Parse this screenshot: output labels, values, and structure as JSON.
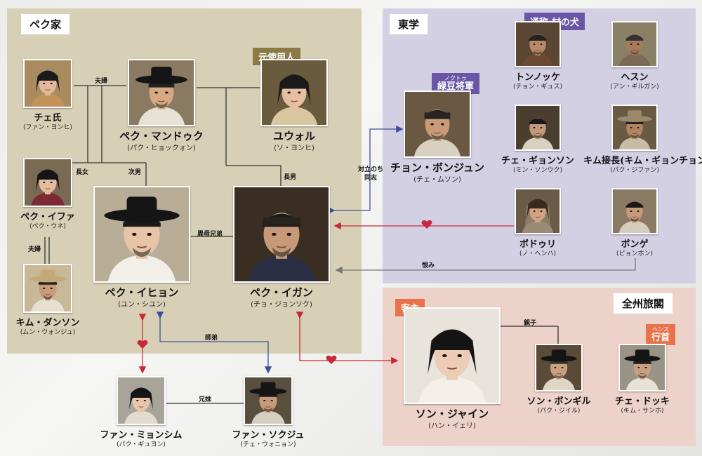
{
  "groups": {
    "park": "ペク家",
    "donghak": "東学",
    "jeonju": "全州旅閣"
  },
  "tags": {
    "servant": "元使用人",
    "nickname": "通称:村の犬",
    "nokdu_ruby": "ノクトゥ",
    "nokdu": "緑豆将軍",
    "gakju": "客主",
    "haengsu_ruby": "ヘンス",
    "haengsu": "行首"
  },
  "people": {
    "che": {
      "name": "チェ氏",
      "actor": "(ファン・ヨンヒ)"
    },
    "mandeuk": {
      "name": "ペク・マンドゥク",
      "actor": "(パク・ヒョックォン)"
    },
    "yuwol": {
      "name": "ユウォル",
      "actor": "(ソ・ヨンヒ)"
    },
    "ifa": {
      "name": "ペク・イファ",
      "actor": "(ペク・ウネ)"
    },
    "danson": {
      "name": "キム・ダンソン",
      "actor": "(ムン・ウォンジュ)"
    },
    "ihyon": {
      "name": "ペク・イヒョン",
      "actor": "(ユン・シユン)"
    },
    "igan": {
      "name": "ペク・イガン",
      "actor": "(チョ・ジョンソク)"
    },
    "bongjun": {
      "name": "チョン・ボンジュン",
      "actor": "(チェ・ムソン)"
    },
    "tonnokke": {
      "name": "トンノッケ",
      "actor": "(チョン・ギュス)"
    },
    "hesun": {
      "name": "ヘスン",
      "actor": "(アン・ギルガン)"
    },
    "gyonson": {
      "name": "チェ・ギョンソン",
      "actor": "(ミン・ソンウク)"
    },
    "kimjeop": {
      "name": "キム接長(キム・ギョンチョン)",
      "actor": "(パク・ジファン)"
    },
    "bodul": {
      "name": "ボドゥリ",
      "actor": "(ノ・ヘンハ)"
    },
    "bonge": {
      "name": "ボンゲ",
      "actor": "(ピョンホン)"
    },
    "jain": {
      "name": "ソン・ジャイン",
      "actor": "(ハン・イェリ)"
    },
    "bongil": {
      "name": "ソン・ボンギル",
      "actor": "(パク・ジイル)"
    },
    "dokki": {
      "name": "チェ・ドッキ",
      "actor": "(キム・サンホ)"
    },
    "myeongsim": {
      "name": "ファン・ミョンシム",
      "actor": "(パク・ギュヨン)"
    },
    "sokju": {
      "name": "ファン・ソクジュ",
      "actor": "(チェ・ウォニョン)"
    }
  },
  "relations": {
    "couple1": "夫婦",
    "eldest_daughter": "長女",
    "second_son": "次男",
    "eldest_son": "長男",
    "half_brothers": "異母兄弟",
    "couple2": "夫婦",
    "comrade_line1": "対立のち",
    "comrade_line2": "同志",
    "grudge": "恨み",
    "master_pupil": "師弟",
    "siblings": "兄妹",
    "parent_child": "親子"
  },
  "colors": {
    "park_bg": "#d8d0b6",
    "donghak_bg": "#d4d0e4",
    "jeonju_bg": "#ecd2c8",
    "love": "#c8283a",
    "blue_arrow": "#3d4f9a",
    "grudge_arrow": "#777777"
  }
}
